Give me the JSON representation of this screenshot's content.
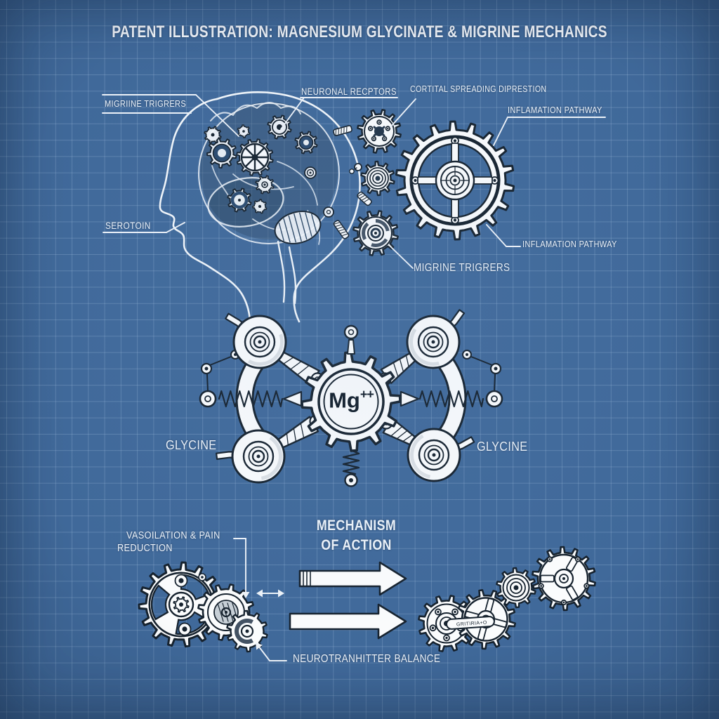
{
  "title": "PATENT ILLUSTRATION: MAGNESIUM GLYCINATE & MIGRINE MECHANICS",
  "brain_section": {
    "labels": {
      "migraine_triggers_boxed": "MIGRIINE TRIGRERS",
      "neuronal_receptors": "NEURONAL RECPTORS",
      "cortical_spreading_depression": "CORTITAL SPREADING DIPRESTION",
      "inflammation_pathway_upper": "INFLAMATION PATHWAY",
      "serotonin": "SEROTOIN",
      "inflammation_pathway_lower": "INFLAMATION PATHWAY",
      "migraine_triggers_lower": "MIGRINE TRIGRERS"
    }
  },
  "molecule_section": {
    "center_element": "Mg",
    "center_charge": "++",
    "glycine_left": "GLYCINE",
    "glycine_right": "GLYCINE"
  },
  "mechanism_section": {
    "heading_line1": "MECHANISM",
    "heading_line2": "OF ACTION",
    "vasodilation_label_line1": "VASOILATION & PAIN",
    "vasodilation_label_line2": "REDUCTION",
    "neurotransmitter_label": "NEUROTRANHITTER BALANCE",
    "shaft_marking": "GRITIRIA+O"
  },
  "colors": {
    "background": "#40699a",
    "grid_line": "#5d84ad",
    "ink": "#16222e",
    "paper_white": "#fbfcfd",
    "label_text": "#edf3fa"
  }
}
